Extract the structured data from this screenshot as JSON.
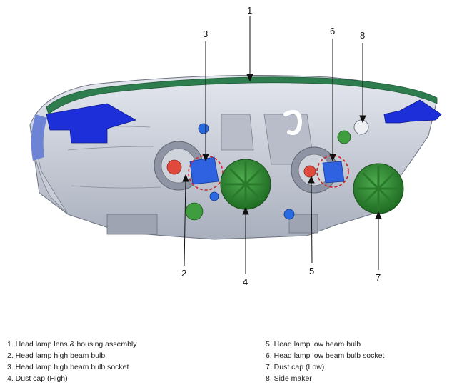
{
  "callouts": {
    "n1": "1",
    "n2": "2",
    "n3": "3",
    "n4": "4",
    "n5": "5",
    "n6": "6",
    "n7": "7",
    "n8": "8"
  },
  "legend": {
    "left": [
      "1. Head lamp lens & housing assembly",
      "2. Head lamp high beam bulb",
      "3. Head lamp high beam bulb socket",
      "4. Dust cap (High)"
    ],
    "right": [
      "5. Head lamp low beam bulb",
      "6. Head lamp low beam bulb socket",
      "7. Dust cap (Low)",
      "8. Side maker"
    ]
  }
}
